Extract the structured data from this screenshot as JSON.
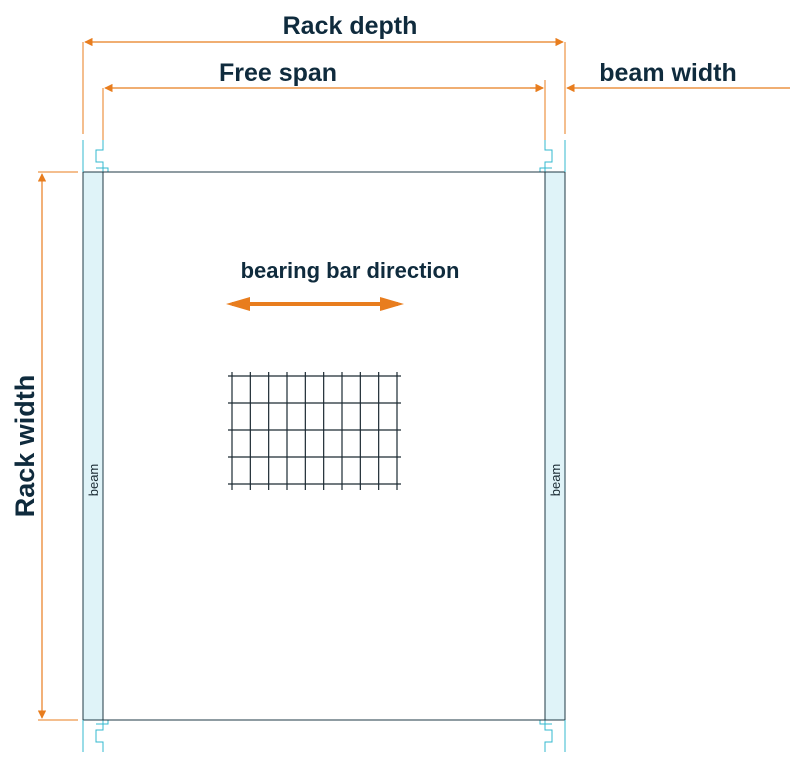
{
  "labels": {
    "rack_depth": "Rack depth",
    "free_span": "Free span",
    "beam_width": "beam width",
    "bearing_bar_direction": "bearing bar direction",
    "rack_width": "Rack width",
    "beam_left": "beam",
    "beam_right": "beam"
  },
  "colors": {
    "dimension": "#e87d1e",
    "beam_fill": "#dff3f8",
    "beam_stroke": "#33b8cf",
    "outline": "#1f3a44",
    "grid": "#1c2a33",
    "text": "#0f2b3d"
  },
  "grating_grid": {
    "vertical_bars": 10,
    "horizontal_bars": 5
  }
}
